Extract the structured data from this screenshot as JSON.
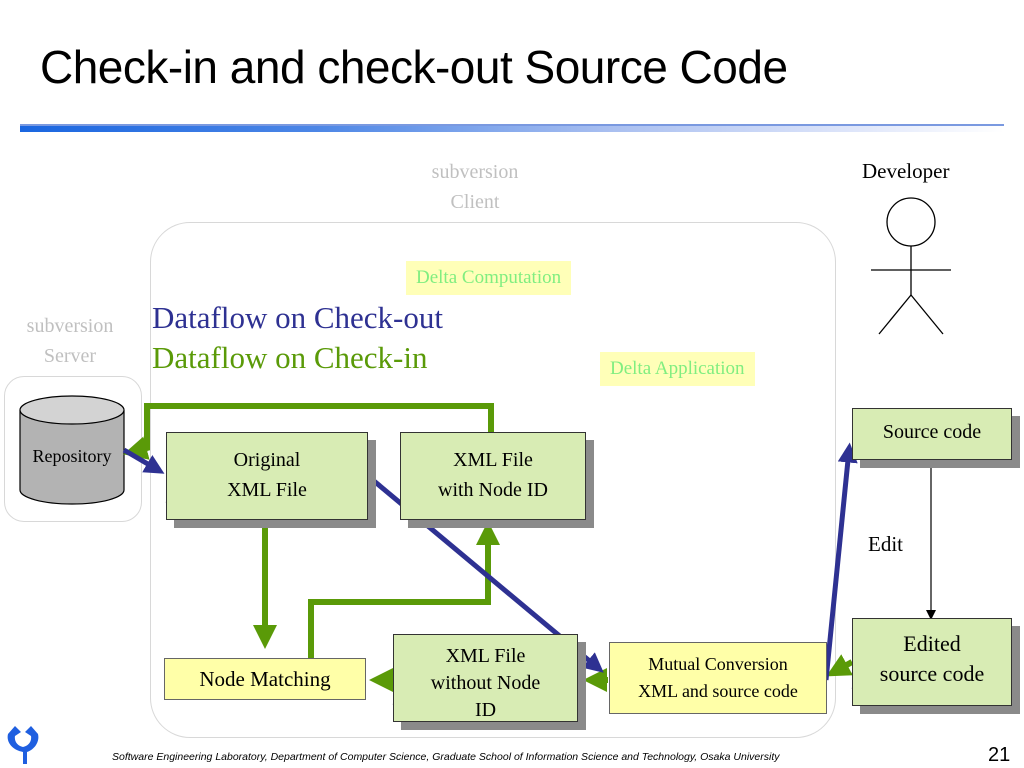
{
  "slide": {
    "title": "Check-in and check-out Source Code",
    "page_number": "21",
    "footer": "Software Engineering Laboratory,  Department of Computer Science,  Graduate School of Information Science and Technology,  Osaka University",
    "logo_icon": "osaka-university-ginkgo-logo"
  },
  "regions": {
    "client": [
      "subversion",
      "Client"
    ],
    "server": [
      "subversion",
      "Server"
    ],
    "actor": "Developer"
  },
  "legend": {
    "checkout": "Dataflow on Check-out",
    "checkin": "Dataflow on Check-in",
    "checkout_color": "#2e3192",
    "checkin_color": "#5a9a08"
  },
  "tags": {
    "delta_computation": "Delta Computation",
    "delta_application": "Delta Application"
  },
  "nodes": {
    "repository": "Repository",
    "original_xml": [
      "Original",
      "XML File"
    ],
    "xml_with_id": [
      "XML File",
      "with Node ID"
    ],
    "node_matching": "Node Matching",
    "xml_without_id": [
      "XML File",
      "without Node",
      "ID"
    ],
    "mutual_conversion": [
      "Mutual Conversion",
      "XML and source code"
    ],
    "source_code": "Source code",
    "edited_source": [
      "Edited",
      "source code"
    ],
    "edit_label": "Edit"
  }
}
